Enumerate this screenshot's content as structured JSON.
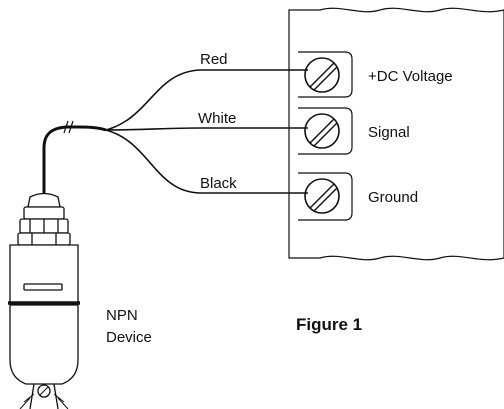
{
  "wires": [
    {
      "label": "Red",
      "color": "#111111"
    },
    {
      "label": "White",
      "color": "#111111"
    },
    {
      "label": "Black",
      "color": "#111111"
    }
  ],
  "terminals": [
    {
      "label": "+DC Voltage",
      "icon": "terminal-screw-icon"
    },
    {
      "label": "Signal",
      "icon": "terminal-screw-icon"
    },
    {
      "label": "Ground",
      "icon": "terminal-screw-icon"
    }
  ],
  "device": {
    "line1": "NPN",
    "line2": "Device",
    "icon": "npn-sensor-icon"
  },
  "figure": {
    "caption": "Figure 1"
  },
  "colors": {
    "ink": "#111111",
    "background": "#ffffff"
  }
}
